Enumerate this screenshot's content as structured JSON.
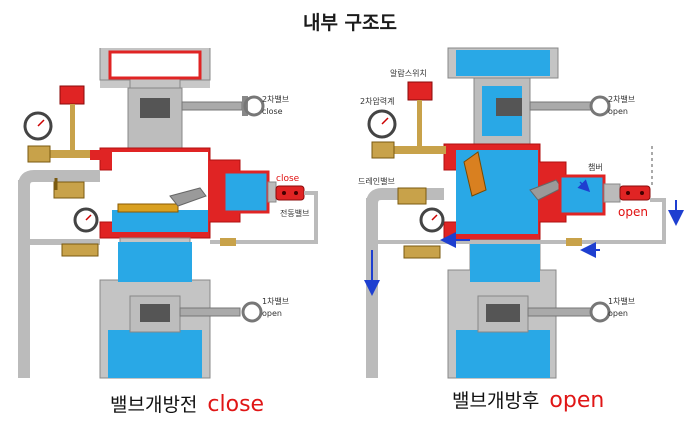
{
  "title": "내부 구조도",
  "left": {
    "caption_main": "밸브개방전",
    "caption_state": "close",
    "labels": {
      "second_valve": "2차밸브",
      "second_valve_state": "close",
      "solenoid_state": "close",
      "solenoid": "전동밸브",
      "first_valve": "1차밸브",
      "first_valve_state": "open"
    }
  },
  "right": {
    "caption_main": "밸브개방후",
    "caption_state": "open",
    "labels": {
      "alarm_switch": "알람스위치",
      "secondary_gauge": "2차압력계",
      "drain_valve": "드레인밸브",
      "clapper": "챔버",
      "solenoid_state": "open",
      "second_valve": "2차밸브",
      "second_valve_state": "open",
      "first_valve": "1차밸브",
      "first_valve_state": "open"
    }
  },
  "colors": {
    "water": "#29a8e6",
    "body_red": "#e02424",
    "steel": "#b8b8b8",
    "brass": "#c8a24a",
    "flow_arrow": "#1e3fd0"
  }
}
